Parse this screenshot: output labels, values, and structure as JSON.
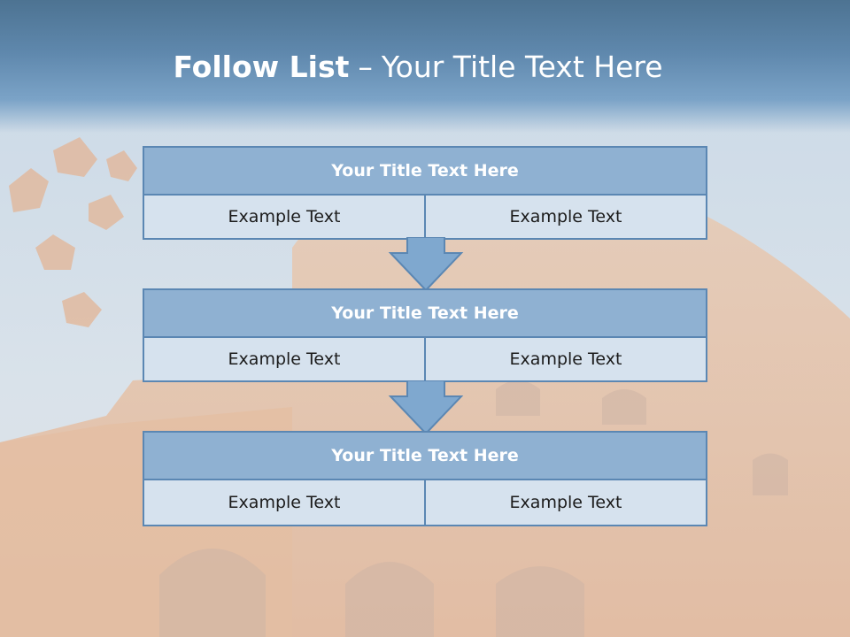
{
  "slide": {
    "title_bold": "Follow List",
    "title_sep": "–",
    "title_rest": "Your Title Text Here"
  },
  "blocks": [
    {
      "title": "Your Title Text Here",
      "cells": [
        "Example Text",
        "Example Text"
      ]
    },
    {
      "title": "Your Title Text Here",
      "cells": [
        "Example Text",
        "Example Text"
      ]
    },
    {
      "title": "Your Title Text Here",
      "cells": [
        "Example Text",
        "Example Text"
      ]
    }
  ],
  "colors": {
    "header_blue": "#5f88ad",
    "box_title_fill": "#8fb1d2",
    "box_border": "#5b87b3",
    "cell_fill": "#d6e2ee",
    "arrow_fill": "#7fa8cf"
  }
}
